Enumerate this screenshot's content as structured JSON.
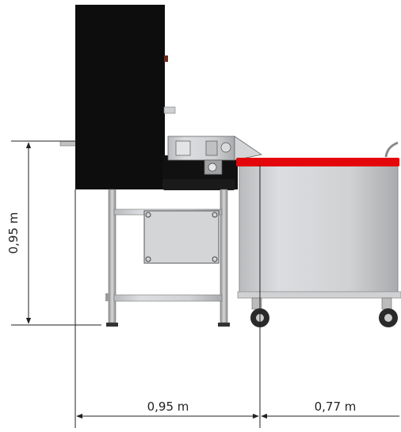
{
  "dimensions": {
    "height_label": "0,95 m",
    "machine_width_label": "0,95 m",
    "trolley_width_label": "0,77 m"
  },
  "colors": {
    "machine_body": "#0d0d0d",
    "trolley_rim": "#e3070b",
    "steel": "#c9cbcd",
    "frame": "#a8abad"
  }
}
